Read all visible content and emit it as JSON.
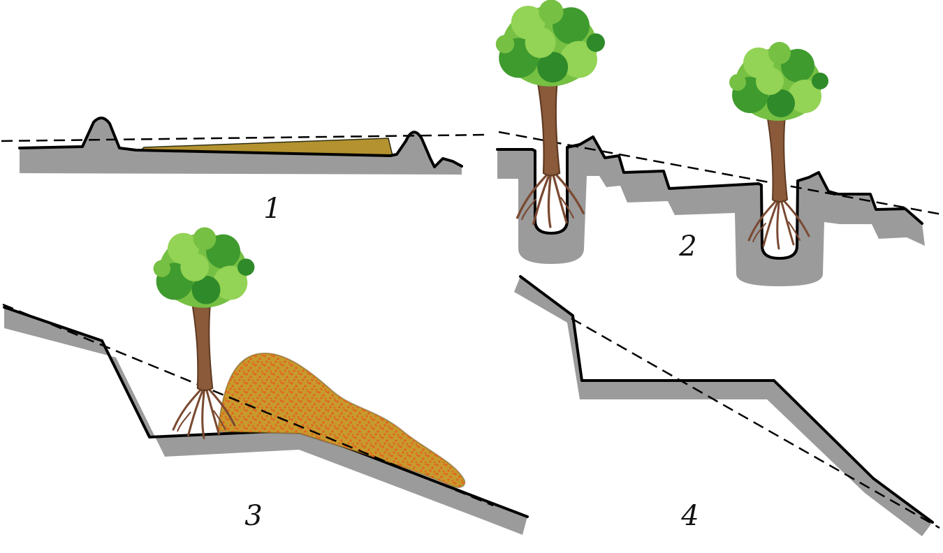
{
  "figure": {
    "type": "terrain-cross-section-diagram",
    "panel_labels": [
      {
        "id": "panel-1",
        "text": "1"
      },
      {
        "id": "panel-2",
        "text": "2"
      },
      {
        "id": "panel-3",
        "text": "3"
      },
      {
        "id": "panel-4",
        "text": "4"
      }
    ],
    "colors": {
      "background": "#ffffff",
      "ground": "#9b9b9b",
      "outline": "#000000",
      "soil_layer": "#b3922f",
      "soil_mound": "#c79a2e",
      "soil_speckle": "#e2641e",
      "foliage_main": "#76c043",
      "foliage_dark": "#3f9b2e",
      "foliage_deep": "#2f8a2a",
      "foliage_light": "#93d355",
      "trunk": "#8a5a3b",
      "roots": "#7a4a32"
    }
  }
}
